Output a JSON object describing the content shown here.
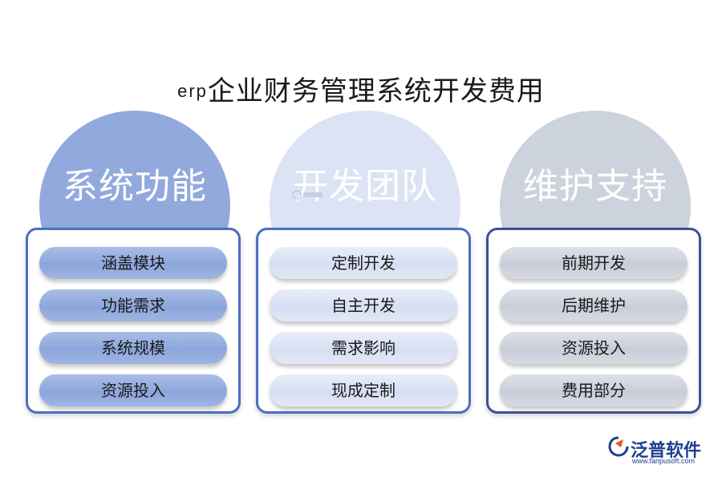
{
  "title": {
    "prefix": "erp",
    "main": "企业财务管理系统开发费用"
  },
  "columns": [
    {
      "heading": "系统功能",
      "items": [
        "涵盖模块",
        "功能需求",
        "系统规模",
        "资源投入"
      ]
    },
    {
      "heading": "开发团队",
      "items": [
        "定制开发",
        "自主开发",
        "需求影响",
        "现成定制"
      ]
    },
    {
      "heading": "维护支持",
      "items": [
        "前期开发",
        "后期维护",
        "资源投入",
        "费用部分"
      ]
    }
  ],
  "logo": {
    "name": "泛普软件",
    "url": "www.fanpusoft.com"
  },
  "colors": {
    "col1_bubble": "#91a9dd",
    "col2_bubble": "#dbe3f4",
    "col3_bubble": "#cdd3dc",
    "border": "#4a6fc0",
    "logo": "#1f3f8f",
    "logo_accent": "#e8541e"
  }
}
